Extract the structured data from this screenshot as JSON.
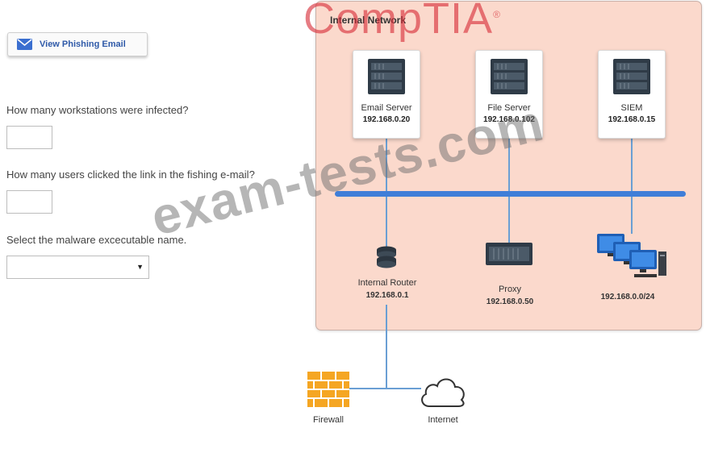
{
  "left_panel": {
    "phishing_button_label": "View Phishing Email",
    "questions": [
      {
        "label": "How many workstations were infected?",
        "value": ""
      },
      {
        "label": "How many users clicked the link in the fishing e-mail?",
        "value": ""
      },
      {
        "label": "Select the malware excecutable name.",
        "selected": ""
      }
    ]
  },
  "network": {
    "title": "Internal Network",
    "email_server": {
      "name": "Email Server",
      "ip": "192.168.0.20"
    },
    "file_server": {
      "name": "File Server",
      "ip": "192.168.0.102"
    },
    "siem": {
      "name": "SIEM",
      "ip": "192.168.0.15"
    },
    "router": {
      "name": "Internal Router",
      "ip": "192.168.0.1"
    },
    "proxy": {
      "name": "Proxy",
      "ip": "192.168.0.50"
    },
    "workstations": {
      "ip": "192.168.0.0/24"
    },
    "firewall": {
      "name": "Firewall"
    },
    "internet": {
      "name": "Internet"
    }
  },
  "icons": {
    "mail": "mail-icon",
    "server": "server-icon",
    "router": "router-icon",
    "proxy": "proxy-icon",
    "workstations": "workstations-icon",
    "firewall": "firewall-icon",
    "cloud": "cloud-icon",
    "dropdown": "chevron-down-icon"
  },
  "colors": {
    "network_background": "#fbd9cc",
    "bus": "#3f7ed8",
    "button_text": "#2e59a8",
    "firewall": "#f5a623"
  },
  "watermarks": {
    "logo": "CompTIA",
    "logo_mark": "®",
    "site": "exam-tests.com"
  }
}
